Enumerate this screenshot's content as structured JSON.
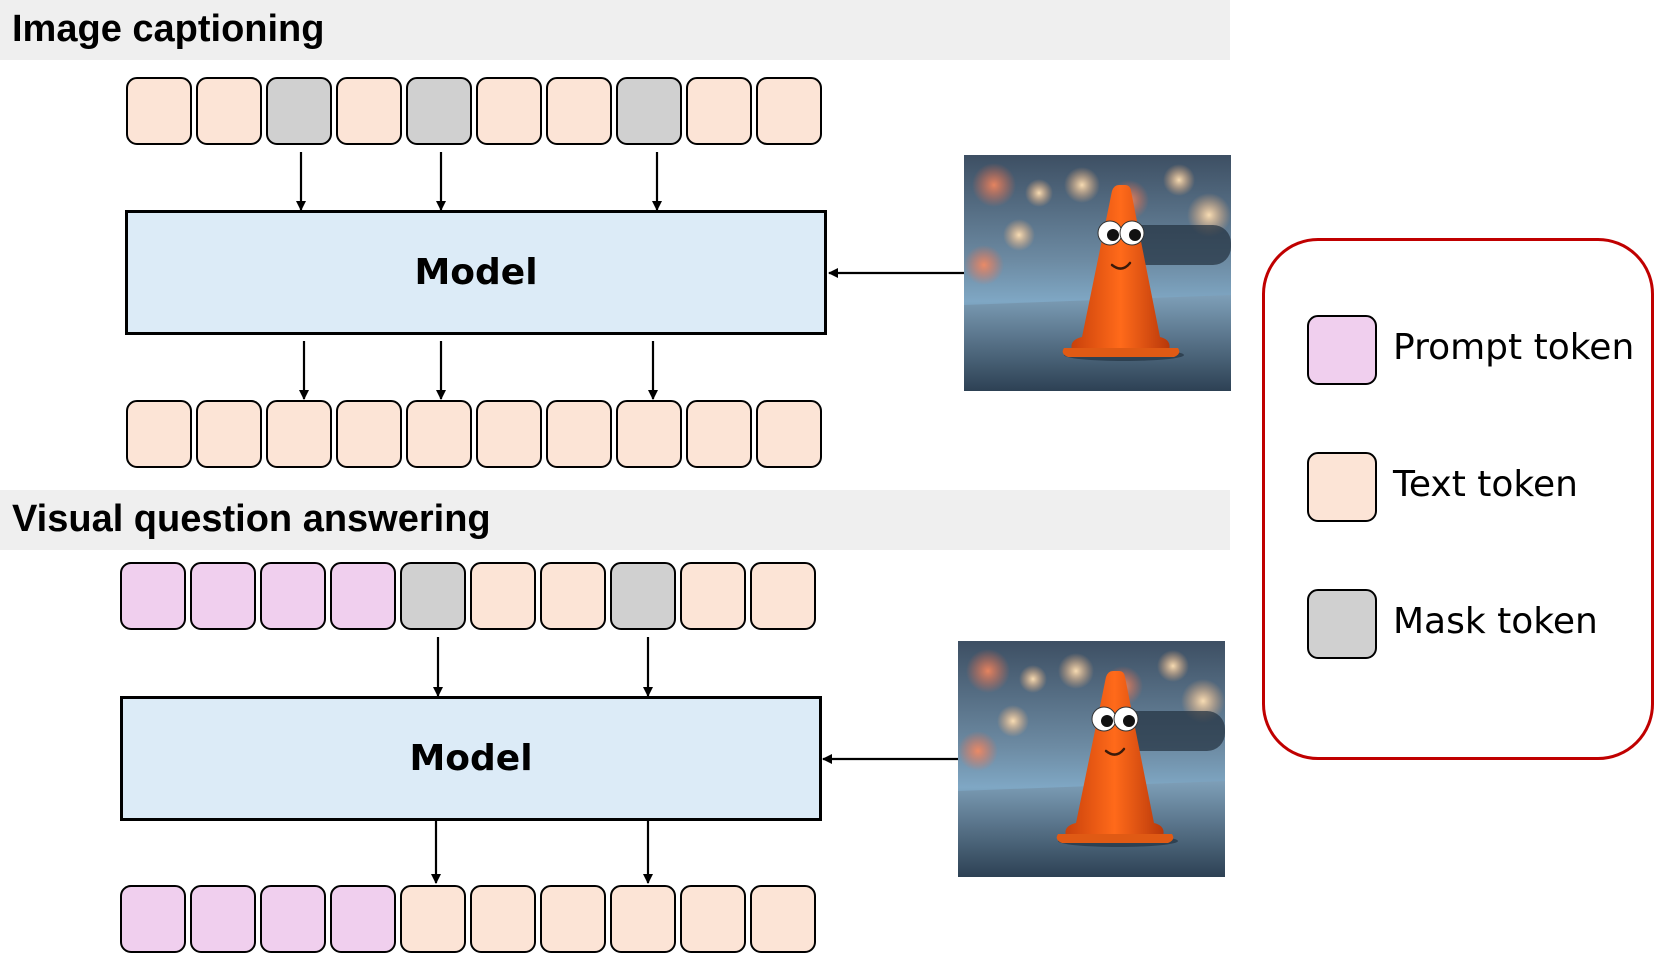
{
  "sections": {
    "captioning": {
      "title": "Image captioning",
      "model_label": "Model"
    },
    "vqa": {
      "title": "Visual question answering",
      "model_label": "Model"
    }
  },
  "legend": {
    "items": [
      {
        "label": "Prompt token",
        "color": "#f0cfee"
      },
      {
        "label": "Text token",
        "color": "#fce4d6"
      },
      {
        "label": "Mask token",
        "color": "#d0d0d0"
      }
    ]
  },
  "colors": {
    "text_token": "#fce4d6",
    "mask_token": "#d0d0d0",
    "prompt_token": "#f0cfee",
    "model_fill": "#dcebf7",
    "legend_border": "#c00000"
  }
}
